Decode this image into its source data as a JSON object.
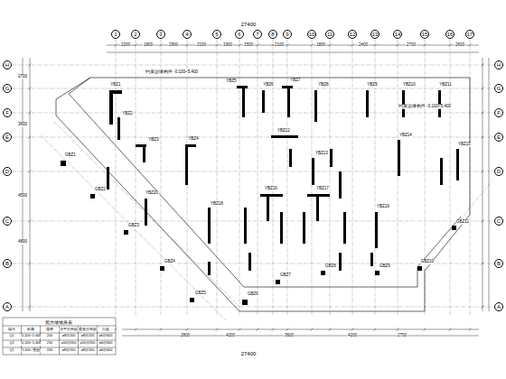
{
  "diagram": {
    "nodes": [
      {
        "text": [
          "1"
        ]
      },
      {
        "text": [
          "2"
        ]
      },
      {
        "text": [
          "3"
        ]
      },
      {
        "text": [
          "4"
        ]
      },
      {
        "text": [
          "5"
        ]
      },
      {
        "text": [
          "6"
        ]
      },
      {
        "text": [
          "7"
        ]
      },
      {
        "text": [
          "8"
        ]
      },
      {
        "text": [
          "9"
        ]
      },
      {
        "text": [
          "10"
        ]
      },
      {
        "text": [
          "11"
        ]
      },
      {
        "text": [
          "12"
        ]
      },
      {
        "text": [
          "13"
        ]
      },
      {
        "text": [
          "14"
        ]
      },
      {
        "text": [
          "15"
        ]
      },
      {
        "text": [
          "16"
        ]
      },
      {
        "text": [
          "17"
        ]
      },
      {
        "text": [
          "H"
        ]
      },
      {
        "text": [
          "G"
        ]
      },
      {
        "text": [
          "F"
        ]
      },
      {
        "text": [
          "E"
        ]
      },
      {
        "text": [
          "D"
        ]
      },
      {
        "text": [
          "C"
        ]
      },
      {
        "text": [
          "B"
        ]
      },
      {
        "text": [
          "A"
        ]
      },
      {
        "text": [
          "H"
        ]
      },
      {
        "text": [
          "G"
        ]
      },
      {
        "text": [
          "F"
        ]
      },
      {
        "text": [
          "E"
        ]
      },
      {
        "text": [
          "D"
        ]
      },
      {
        "text": [
          "C"
        ]
      },
      {
        "text": [
          "B"
        ]
      },
      {
        "text": [
          "A"
        ]
      }
    ],
    "labels": [
      "27400",
      "27400",
      "2200",
      "1800",
      "2900",
      "2100",
      "1900",
      "1500",
      "2100",
      "1800",
      "2400",
      "2700",
      "2600",
      "2700",
      "3600",
      "4500",
      "4800",
      "2800",
      "4200",
      "3600",
      "4200",
      "2700",
      "YBZ1",
      "YBZ2",
      "YBZ3",
      "YBZ4",
      "YBZ5",
      "YBZ6",
      "YBZ7",
      "YBZ8",
      "YBZ9",
      "YBZ10",
      "YBZ11",
      "YBZ12",
      "YBZ13",
      "YBZ14",
      "YBZ15",
      "YBZ16",
      "YBZ17",
      "YBZ18",
      "YBZ19",
      "YBZ20",
      "GBZ1",
      "GBZ2",
      "GBZ3",
      "GBZ4",
      "GBZ5",
      "GBZ6",
      "GBZ7",
      "GBZ8",
      "GBZ9",
      "GBZ10",
      "GBZ11",
      "约束边缘构件 -0.100~5.400",
      "约束边缘构件 -0.100~5.400",
      "剪力墙墙身表",
      "编号",
      "标高",
      "墙厚",
      "水平分布筋",
      "垂直分布筋",
      "拉筋",
      "Q1",
      "-0.100~5.400",
      "200",
      "⌀8@200",
      "⌀8@200",
      "⌀6@600",
      "Q2",
      "-0.100~5.400",
      "250",
      "⌀10@200",
      "⌀10@200",
      "⌀6@600",
      "Q1",
      "5.400~屋面",
      "200",
      "⌀8@200",
      "⌀8@200",
      "⌀6@600"
    ]
  }
}
